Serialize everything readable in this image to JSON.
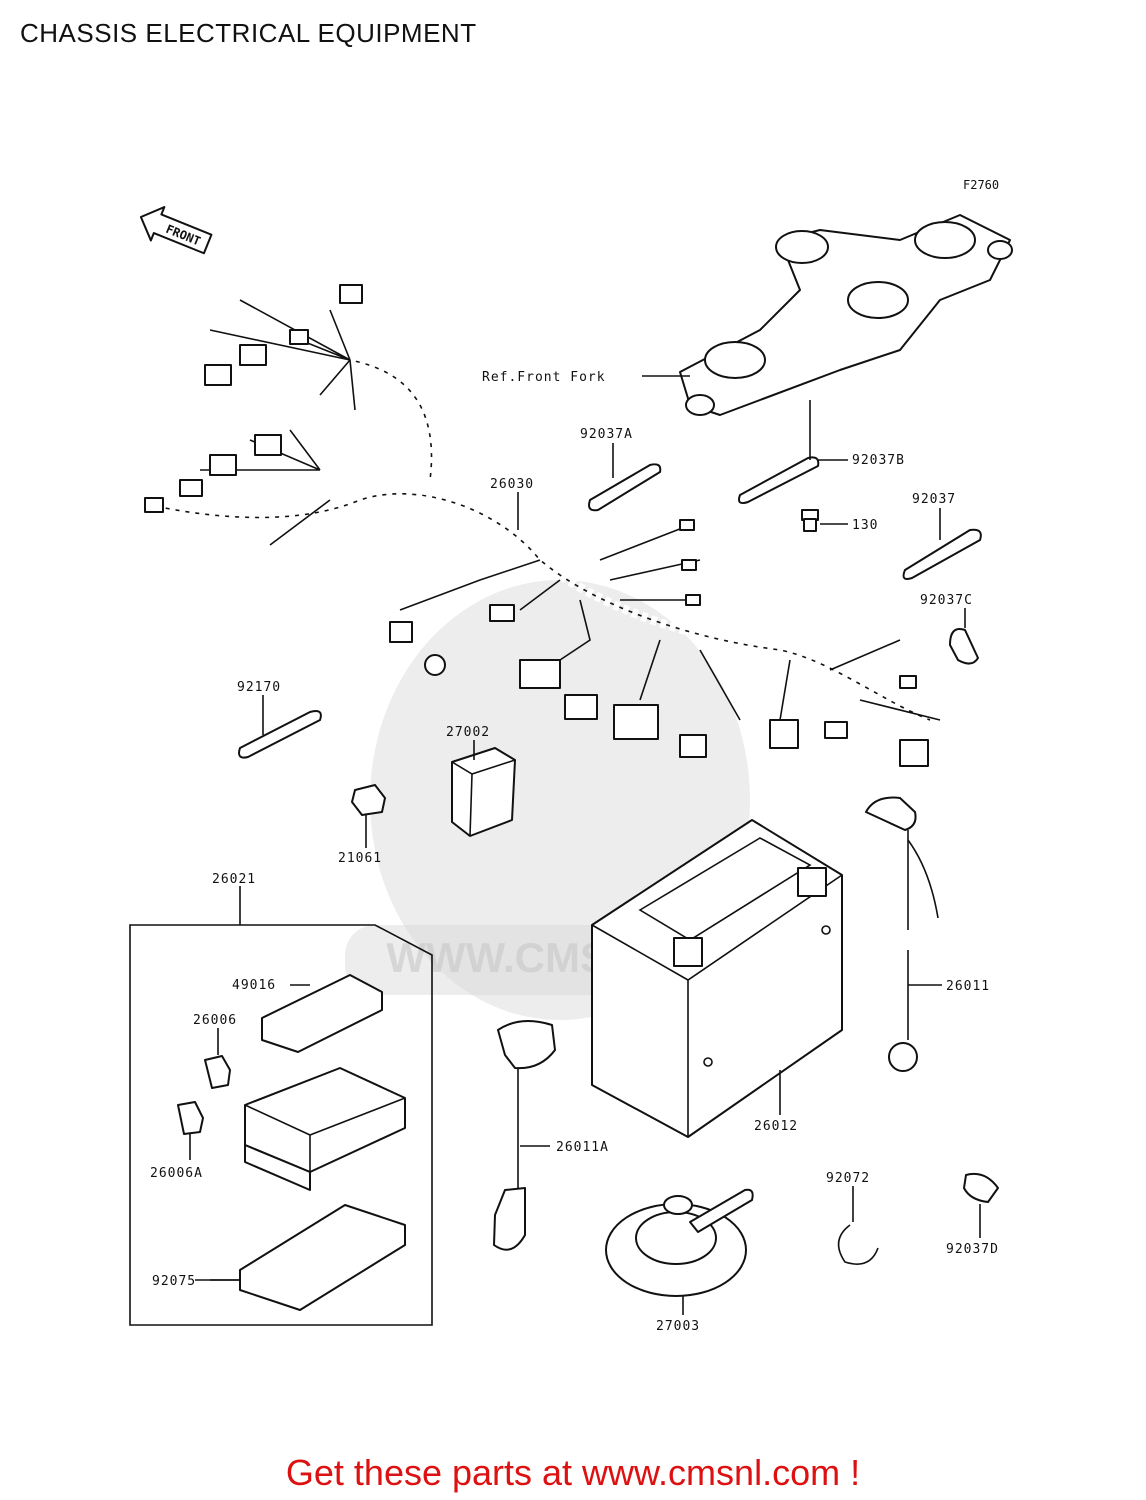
{
  "page": {
    "title": "CHASSIS ELECTRICAL EQUIPMENT",
    "figure_code": "F2760",
    "front_marker": "FRONT",
    "watermark": "WWW.CMSNL.COM",
    "footer": "Get these parts at www.cmsnl.com !"
  },
  "parts": {
    "p_26030": "26030",
    "p_92037A": "92037A",
    "p_92037B": "92037B",
    "p_130": "130",
    "p_92037": "92037",
    "p_92037C": "92037C",
    "p_ref": "Ref.Front Fork",
    "p_92170": "92170",
    "p_27002": "27002",
    "p_21061": "21061",
    "p_26021": "26021",
    "p_49016": "49016",
    "p_26006": "26006",
    "p_26006A": "26006A",
    "p_92075": "92075",
    "p_26011A": "26011A",
    "p_26012": "26012",
    "p_26011": "26011",
    "p_92072": "92072",
    "p_92037D": "92037D",
    "p_27003": "27003"
  },
  "colors": {
    "footer": "#dd1111",
    "line": "#111111",
    "watermark": "#d8d8d8"
  }
}
